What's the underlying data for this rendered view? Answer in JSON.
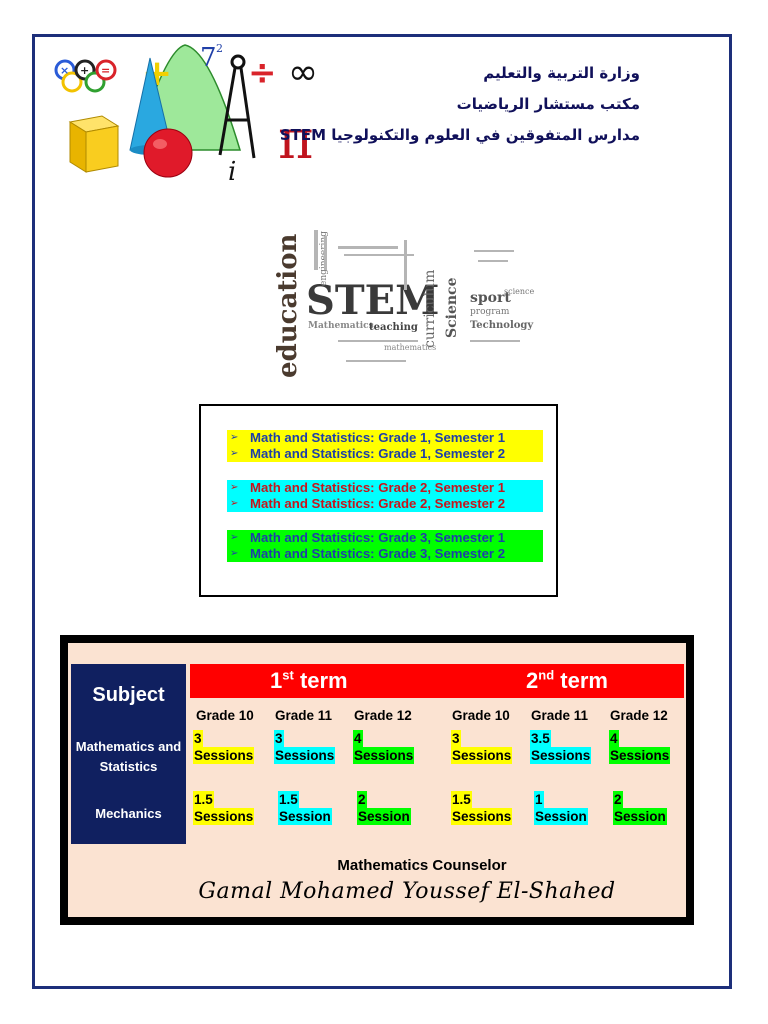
{
  "header": {
    "arabic_lines": [
      "وزارة التربية والتعليم",
      "مكتب مستشار الرياضيات",
      "مدارس المتفوقين في العلوم والتكنولوجيا STEM"
    ]
  },
  "word_cloud": {
    "words": [
      "education",
      "STEM",
      "Science",
      "Mathematics",
      "teaching",
      "engineering",
      "curriculum",
      "Technology",
      "program",
      "sport",
      "science",
      "mathematics"
    ]
  },
  "grade_links": [
    {
      "text": "Math and Statistics: Grade 1, Semester 1",
      "color": "#ffff00"
    },
    {
      "text": "Math and Statistics: Grade 1, Semester 2",
      "color": "#ffff00"
    },
    {
      "text": "Math and Statistics: Grade 2, Semester 1",
      "color": "#00ffff"
    },
    {
      "text": "Math and Statistics: Grade 2, Semester 2",
      "color": "#00ffff"
    },
    {
      "text": "Math and Statistics: Grade 3, Semester 1",
      "color": "#00ff00"
    },
    {
      "text": "Math and Statistics: Grade 3, Semester 2",
      "color": "#00ff00"
    }
  ],
  "schedule": {
    "subject_header": "Subject",
    "term1": {
      "num": "1",
      "sup": "st",
      "word": "term"
    },
    "term2": {
      "num": "2",
      "sup": "nd",
      "word": "term"
    },
    "grades": [
      "Grade 10",
      "Grade 11",
      "Grade 12",
      "Grade 10",
      "Grade 11",
      "Grade 12"
    ],
    "rows": [
      {
        "subject": "Mathematics and Statistics",
        "values": [
          "3",
          "3",
          "4",
          "3",
          "3.5",
          "4"
        ],
        "units": [
          "Sessions",
          "Sessions",
          "Sessions",
          "Sessions",
          "Sessions",
          "Sessions"
        ]
      },
      {
        "subject": "Mechanics",
        "values": [
          "1.5",
          "1.5",
          "2",
          "1.5",
          "1",
          "2"
        ],
        "units": [
          "Sessions",
          "Session",
          "Session",
          "Sessions",
          "Session",
          "Session"
        ]
      }
    ],
    "counselor_title": "Mathematics Counselor",
    "counselor_name": "Gamal Mohamed Youssef  El-Shahed"
  }
}
